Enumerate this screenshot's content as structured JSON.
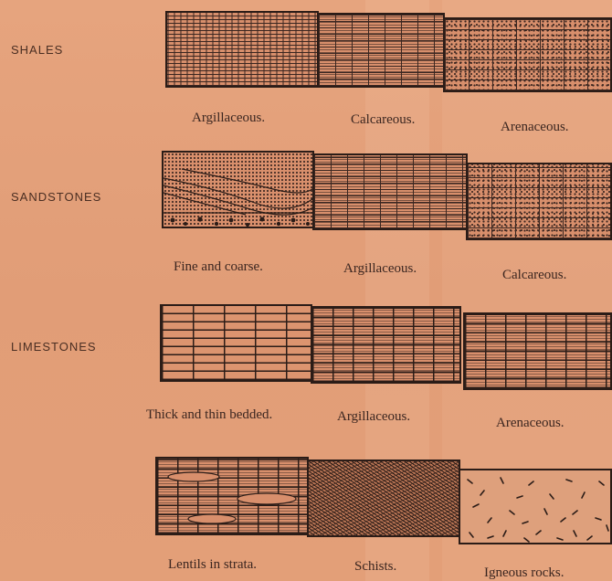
{
  "rows": [
    {
      "label": "SHALES",
      "items": [
        {
          "caption": "Argillaceous.",
          "pattern": "argillaceous"
        },
        {
          "caption": "Calcareous.",
          "pattern": "calcareous"
        },
        {
          "caption": "Arenaceous.",
          "pattern": "arenaceous"
        }
      ]
    },
    {
      "label": "SANDSTONES",
      "items": [
        {
          "caption": "Fine and coarse.",
          "pattern": "fine-and-coarse"
        },
        {
          "caption": "Argillaceous.",
          "pattern": "argillaceous-sandstone"
        },
        {
          "caption": "Calcareous.",
          "pattern": "calcareous-sandstone"
        }
      ]
    },
    {
      "label": "LIMESTONES",
      "items": [
        {
          "caption": "Thick and thin bedded.",
          "pattern": "thick-and-thin-bedded"
        },
        {
          "caption": "Argillaceous.",
          "pattern": "argillaceous-limestone"
        },
        {
          "caption": "Arenaceous.",
          "pattern": "arenaceous-limestone"
        }
      ]
    },
    {
      "label": "",
      "items": [
        {
          "caption": "Lentils in strata.",
          "pattern": "lentils-in-strata"
        },
        {
          "caption": "Schists.",
          "pattern": "schists"
        },
        {
          "caption": "Igneous rocks.",
          "pattern": "igneous-rocks"
        }
      ]
    }
  ],
  "colors": {
    "paper": "#e4a27c",
    "ink": "#2b1c17"
  }
}
